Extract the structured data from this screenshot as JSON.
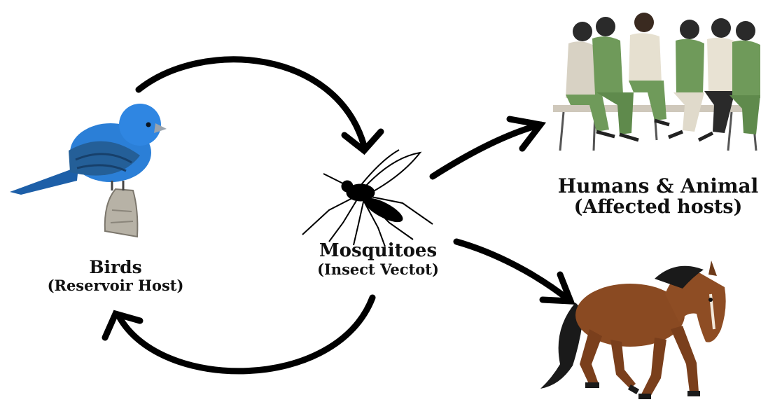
{
  "nodes": {
    "birds": {
      "title": "Birds",
      "subtitle": "(Reservoir Host)",
      "icon": "bird-icon"
    },
    "mosquitoes": {
      "title": "Mosquitoes",
      "subtitle": "(Insect Vectot)",
      "icon": "mosquito-icon"
    },
    "hosts": {
      "title": "Humans & Animal",
      "subtitle": "(Affected hosts)",
      "icons": [
        "humans-group-icon",
        "horse-icon"
      ]
    }
  },
  "edges": [
    {
      "from": "birds",
      "to": "mosquitoes",
      "style": "curved-arrow"
    },
    {
      "from": "mosquitoes",
      "to": "birds",
      "style": "curved-arrow"
    },
    {
      "from": "mosquitoes",
      "to": "humans",
      "style": "arrow"
    },
    {
      "from": "mosquitoes",
      "to": "horse",
      "style": "arrow"
    }
  ],
  "colors": {
    "bird": "#2a7fd6",
    "human-clothing": "#6f9a5a",
    "horse": "#8a4a22",
    "arrows": "#000000"
  }
}
